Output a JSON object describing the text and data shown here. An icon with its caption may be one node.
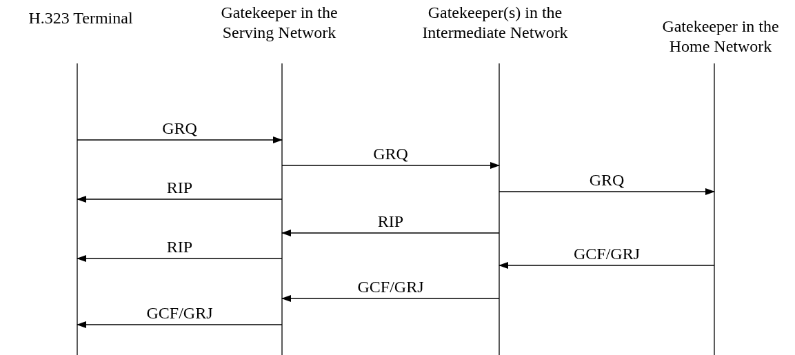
{
  "diagram": {
    "nodes": [
      {
        "text": [
          "H.323 Terminal"
        ]
      },
      {
        "text": [
          "Gatekeeper in the Serving Network"
        ]
      },
      {
        "text": [
          "Gatekeeper(s) in the Intermediate Network"
        ]
      },
      {
        "text": [
          "Gatekeeper in the Home Network"
        ]
      }
    ],
    "edges": [
      {
        "from": 0,
        "to": 1,
        "arrow": "to",
        "label": "GRQ"
      },
      {
        "from": 1,
        "to": 2,
        "arrow": "to",
        "label": "GRQ"
      },
      {
        "from": 2,
        "to": 3,
        "arrow": "to",
        "label": "GRQ"
      },
      {
        "from": 1,
        "to": 0,
        "arrow": "to",
        "label": "RIP"
      },
      {
        "from": 2,
        "to": 1,
        "arrow": "to",
        "label": "RIP"
      },
      {
        "from": 1,
        "to": 0,
        "arrow": "to",
        "label": "RIP"
      },
      {
        "from": 3,
        "to": 2,
        "arrow": "to",
        "label": "GCF/GRJ"
      },
      {
        "from": 2,
        "to": 1,
        "arrow": "to",
        "label": "GCF/GRJ"
      },
      {
        "from": 1,
        "to": 0,
        "arrow": "to",
        "label": "GCF/GRJ"
      }
    ]
  }
}
